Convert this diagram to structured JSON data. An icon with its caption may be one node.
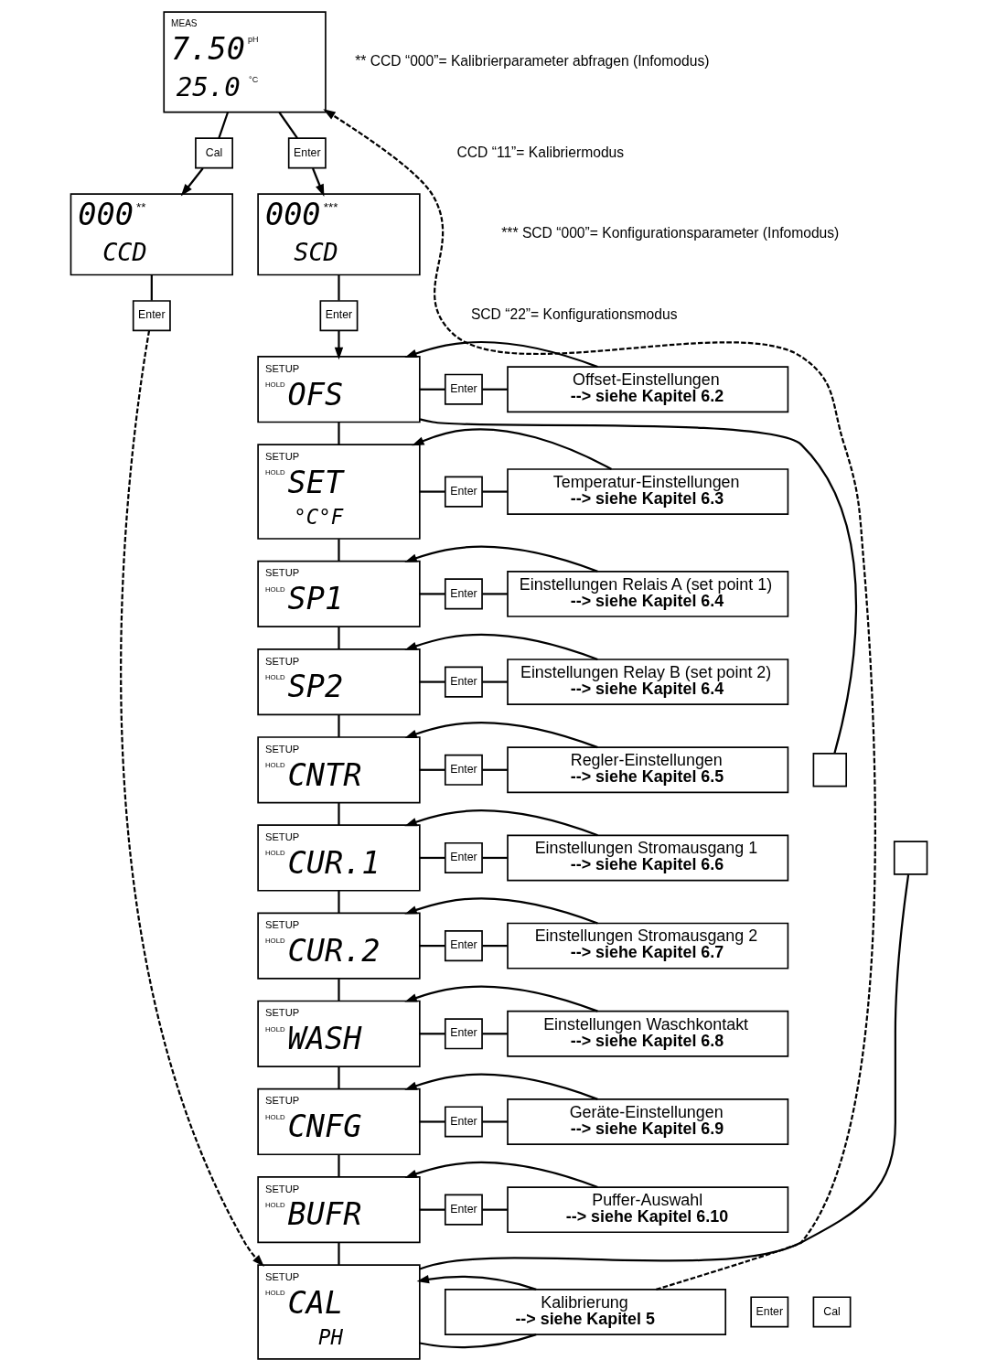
{
  "diagram": {
    "nodes": [
      {
        "text": [
          "MEAS",
          "7.50",
          "pH",
          "25.0",
          "°C"
        ]
      },
      {
        "text": [
          "Cal"
        ]
      },
      {
        "text": [
          "Enter"
        ]
      },
      {
        "text": [
          "000",
          "**",
          "CCD"
        ]
      },
      {
        "text": [
          "000",
          "***",
          "SCD"
        ]
      },
      {
        "text": [
          "Enter"
        ]
      },
      {
        "text": [
          "Enter"
        ]
      },
      {
        "text": [
          "SETUP",
          "HOLD",
          "OFS"
        ]
      },
      {
        "text": [
          "Enter"
        ]
      },
      {
        "text": [
          "Offset-Einstellungen",
          "--> siehe Kapitel 6.2"
        ]
      },
      {
        "text": [
          "SETUP",
          "HOLD",
          "SET",
          "°C°F"
        ]
      },
      {
        "text": [
          "Enter"
        ]
      },
      {
        "text": [
          "Temperatur-Einstellungen",
          "--> siehe Kapitel 6.3"
        ]
      },
      {
        "text": [
          "SETUP",
          "HOLD",
          "SP1"
        ]
      },
      {
        "text": [
          "Enter"
        ]
      },
      {
        "text": [
          "Einstellungen Relais A (set point 1)",
          "--> siehe Kapitel 6.4"
        ]
      },
      {
        "text": [
          "SETUP",
          "HOLD",
          "SP2"
        ]
      },
      {
        "text": [
          "Enter"
        ]
      },
      {
        "text": [
          "Einstellungen Relay B (set point 2)",
          "--> siehe Kapitel 6.4"
        ]
      },
      {
        "text": [
          "SETUP",
          "HOLD",
          "CNTR"
        ]
      },
      {
        "text": [
          "Enter"
        ]
      },
      {
        "text": [
          "Regler-Einstellungen",
          "--> siehe Kapitel 6.5"
        ]
      },
      {
        "text": [
          "SETUP",
          "HOLD",
          "CUR.1"
        ]
      },
      {
        "text": [
          "Enter"
        ]
      },
      {
        "text": [
          "Einstellungen Stromausgang 1",
          "--> siehe Kapitel 6.6"
        ]
      },
      {
        "text": [
          "SETUP",
          "HOLD",
          "CUR.2"
        ]
      },
      {
        "text": [
          "Enter"
        ]
      },
      {
        "text": [
          "Einstellungen Stromausgang 2",
          "--> siehe Kapitel 6.7"
        ]
      },
      {
        "text": [
          "SETUP",
          "HOLD",
          "WASH"
        ]
      },
      {
        "text": [
          "Enter"
        ]
      },
      {
        "text": [
          "Einstellungen Waschkontakt",
          "--> siehe Kapitel 6.8"
        ]
      },
      {
        "text": [
          "SETUP",
          "HOLD",
          "CNFG"
        ]
      },
      {
        "text": [
          "Enter"
        ]
      },
      {
        "text": [
          "Geräte-Einstellungen",
          "--> siehe Kapitel 6.9"
        ]
      },
      {
        "text": [
          "SETUP",
          "HOLD",
          "BUFR"
        ]
      },
      {
        "text": [
          "Enter"
        ]
      },
      {
        "text": [
          "Puffer-Auswahl",
          "--> siehe Kapitel 6.10"
        ]
      },
      {
        "text": [
          "SETUP",
          "HOLD",
          "CAL",
          "PH"
        ]
      },
      {
        "text": [
          "Enter"
        ]
      },
      {
        "text": [
          "Cal"
        ]
      },
      {
        "text": [
          "Kalibrierung",
          "--> siehe Kapitel 5"
        ]
      },
      {
        "text": [],
        "shape": "box"
      },
      {
        "text": [],
        "shape": "box"
      }
    ],
    "edges": [
      {
        "from": 0,
        "to": 1,
        "arrow": "none"
      },
      {
        "from": 1,
        "to": 3,
        "arrow": "to"
      },
      {
        "from": 0,
        "to": 2,
        "arrow": "none"
      },
      {
        "from": 2,
        "to": 4,
        "arrow": "to"
      },
      {
        "from": 3,
        "to": 5,
        "arrow": "none"
      },
      {
        "from": 5,
        "to": 37,
        "arrow": "to",
        "style": "dashed"
      },
      {
        "from": 4,
        "to": 6,
        "arrow": "none"
      },
      {
        "from": 6,
        "to": 7,
        "arrow": "to"
      },
      {
        "from": 7,
        "to": 8,
        "arrow": "none"
      },
      {
        "from": 8,
        "to": 9,
        "arrow": "none"
      },
      {
        "from": 9,
        "to": 7,
        "arrow": "to"
      },
      {
        "from": 10,
        "to": 11,
        "arrow": "none"
      },
      {
        "from": 11,
        "to": 12,
        "arrow": "none"
      },
      {
        "from": 12,
        "to": 10,
        "arrow": "to"
      },
      {
        "from": 13,
        "to": 14,
        "arrow": "none"
      },
      {
        "from": 14,
        "to": 15,
        "arrow": "none"
      },
      {
        "from": 15,
        "to": 13,
        "arrow": "to"
      },
      {
        "from": 16,
        "to": 17,
        "arrow": "none"
      },
      {
        "from": 17,
        "to": 18,
        "arrow": "none"
      },
      {
        "from": 18,
        "to": 16,
        "arrow": "to"
      },
      {
        "from": 19,
        "to": 20,
        "arrow": "none"
      },
      {
        "from": 20,
        "to": 21,
        "arrow": "none"
      },
      {
        "from": 21,
        "to": 19,
        "arrow": "to"
      },
      {
        "from": 22,
        "to": 23,
        "arrow": "none"
      },
      {
        "from": 23,
        "to": 24,
        "arrow": "none"
      },
      {
        "from": 24,
        "to": 22,
        "arrow": "to"
      },
      {
        "from": 25,
        "to": 26,
        "arrow": "none"
      },
      {
        "from": 26,
        "to": 27,
        "arrow": "none"
      },
      {
        "from": 27,
        "to": 25,
        "arrow": "to"
      },
      {
        "from": 28,
        "to": 29,
        "arrow": "none"
      },
      {
        "from": 29,
        "to": 30,
        "arrow": "none"
      },
      {
        "from": 30,
        "to": 28,
        "arrow": "to"
      },
      {
        "from": 31,
        "to": 32,
        "arrow": "none"
      },
      {
        "from": 32,
        "to": 33,
        "arrow": "none"
      },
      {
        "from": 33,
        "to": 31,
        "arrow": "to"
      },
      {
        "from": 34,
        "to": 35,
        "arrow": "none"
      },
      {
        "from": 35,
        "to": 36,
        "arrow": "none"
      },
      {
        "from": 36,
        "to": 34,
        "arrow": "to"
      },
      {
        "from": 7,
        "to": 10,
        "arrow": "none"
      },
      {
        "from": 10,
        "to": 13,
        "arrow": "none"
      },
      {
        "from": 13,
        "to": 16,
        "arrow": "none"
      },
      {
        "from": 16,
        "to": 19,
        "arrow": "none"
      },
      {
        "from": 19,
        "to": 22,
        "arrow": "none"
      },
      {
        "from": 22,
        "to": 25,
        "arrow": "none"
      },
      {
        "from": 25,
        "to": 28,
        "arrow": "none"
      },
      {
        "from": 28,
        "to": 31,
        "arrow": "none"
      },
      {
        "from": 31,
        "to": 34,
        "arrow": "none"
      },
      {
        "from": 34,
        "to": 37,
        "arrow": "none"
      },
      {
        "from": 37,
        "to": 40,
        "arrow": "none"
      },
      {
        "from": 40,
        "to": 37,
        "arrow": "to"
      },
      {
        "from": 40,
        "to": 0,
        "arrow": "to",
        "style": "dashed"
      },
      {
        "from": 7,
        "to": 41,
        "arrow": "none"
      },
      {
        "from": 42,
        "to": 37,
        "arrow": "none"
      }
    ],
    "labels": [
      "** CCD “000”= Kalibrierparameter abfragen (Infomodus)",
      "CCD “11”= Kalibriermodus",
      "*** SCD “000”= Konfigurationsparameter (Infomodus)",
      "SCD “22”= Konfigurationsmodus"
    ]
  }
}
